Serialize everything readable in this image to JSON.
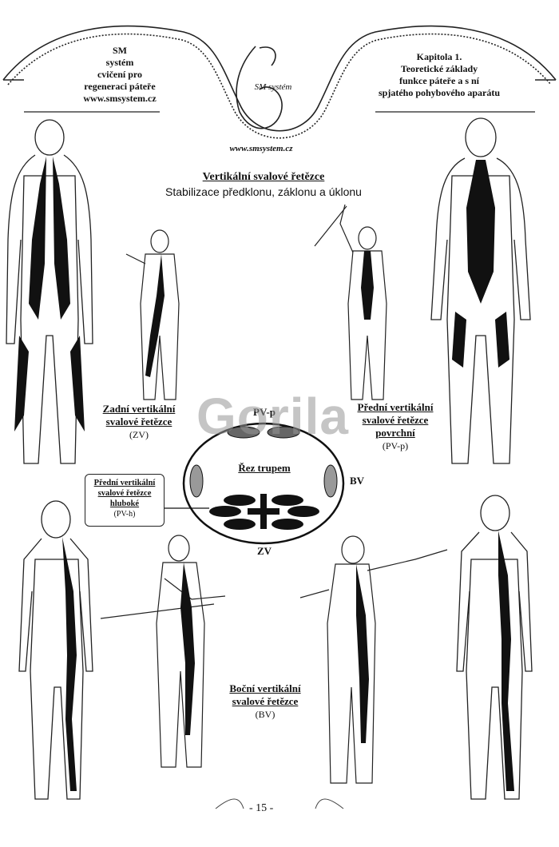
{
  "header": {
    "left_lines": [
      "SM",
      "systém",
      "cvičení pro",
      "regeneraci páteře",
      "www.smsystem.cz"
    ],
    "right_lines": [
      "Kapitola 1.",
      "Teoretické základy",
      "funkce páteře a s ní",
      "spjatého pohybového aparátu"
    ],
    "logo_letters": "SM systém",
    "logo_url": "www.smsystem.cz"
  },
  "main": {
    "title": "Vertikální svalové řetězce",
    "subtitle": "Stabilizace předklonu, záklonu a úklonu"
  },
  "labels": {
    "zv_line1": "Zadní vertikální",
    "zv_line2": "svalové řetězce",
    "zv_abbr": "(ZV)",
    "pvp_line1": "Přední vertikální",
    "pvp_line2": "svalové řetězce",
    "pvp_line3": "povrchní",
    "pvp_abbr": "(PV-p)",
    "bv_line1": "Boční vertikální",
    "bv_line2": "svalové řetězce",
    "bv_abbr": "(BV)"
  },
  "cross_section": {
    "title": "Řez trupem",
    "top_label": "PV-p",
    "right_label": "BV",
    "bottom_label": "ZV"
  },
  "callout": {
    "line1": "Přední vertikální",
    "line2": "svalové řetězce",
    "line3": "hluboké",
    "abbr": "(PV-h)"
  },
  "watermark": "Gorila",
  "footer": {
    "page_number": "- 15 -"
  }
}
